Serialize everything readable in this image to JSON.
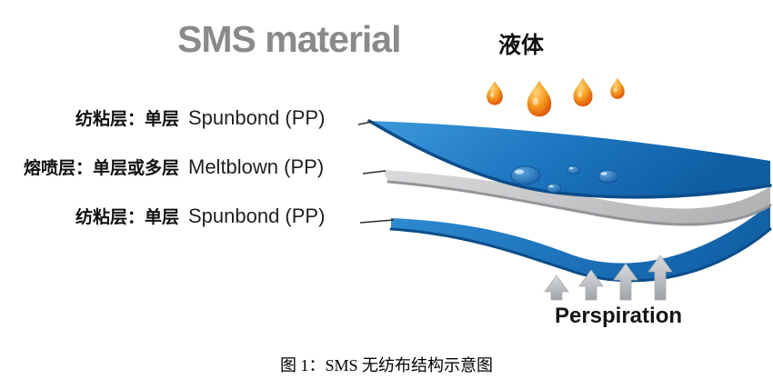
{
  "title": "SMS material",
  "liquid_label": "液体",
  "layers": [
    {
      "cn": "纺粘层：单层",
      "en": "Spunbond (PP)"
    },
    {
      "cn": "熔喷层：单层或多层",
      "en": "Meltblown (PP)"
    },
    {
      "cn": "纺粘层：单层",
      "en": "Spunbond (PP)"
    }
  ],
  "perspiration_label": "Perspiration",
  "caption": "图 1：SMS 无纺布结构示意图",
  "colors": {
    "title_gray": "#8a8a8a",
    "sheet_blue": "#1e78c2",
    "sheet_blue_dark": "#0b4c8a",
    "sheet_gray": "#c4c5c7",
    "sheet_gray_edge": "#939598",
    "droplet_orange": "#e8590c",
    "water_droplet_blue": "#0d55a0",
    "arrow_gray": "#b9bcc0",
    "text_black": "#1a1a1a"
  }
}
